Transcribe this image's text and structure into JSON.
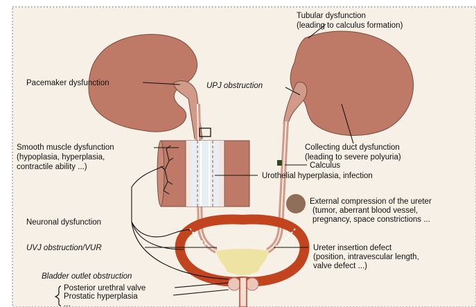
{
  "labels": {
    "tubular_1": "Tubular dysfunction",
    "tubular_2": "(leading to calculus formation)",
    "pacemaker": "Pacemaker dysfunction",
    "upj": "UPJ obstruction",
    "smooth_1": "Smooth muscle dysfunction",
    "smooth_2": "(hypoplasia, hyperplasia,",
    "smooth_3": "contractile ability ...)",
    "collecting_1": "Collecting duct dysfunction",
    "collecting_2": "(leading to severe polyuria)",
    "calculus": "Calculus",
    "urothelial": "Urothelial hyperplasia, infection",
    "external_1": "External compression of the ureter",
    "external_2": "(tumor, aberrant blood vessel,",
    "external_3": "pregnancy, space constrictions ...",
    "neuronal": "Neuronal dysfunction",
    "uvj": "UVJ obstruction/VUR",
    "insertion_1": "Ureter insertion defect",
    "insertion_2": "(position, intravescular length,",
    "insertion_3": "valve defect ...)",
    "bladder_outlet": "Bladder outlet obstruction",
    "posterior": "Posterior urethral valve",
    "prostatic": "Prostatic hyperplasia",
    "ellipsis": "..."
  },
  "colors": {
    "background": "#f6f0e6",
    "kidney": "#bf7a67",
    "ureter": "#d29a88",
    "bladder_wall": "#c1441e",
    "urine": "#efe3a4",
    "mass": "#8e6e58",
    "calculus": "#2f4a1f",
    "prostate": "#ecc7b9"
  }
}
